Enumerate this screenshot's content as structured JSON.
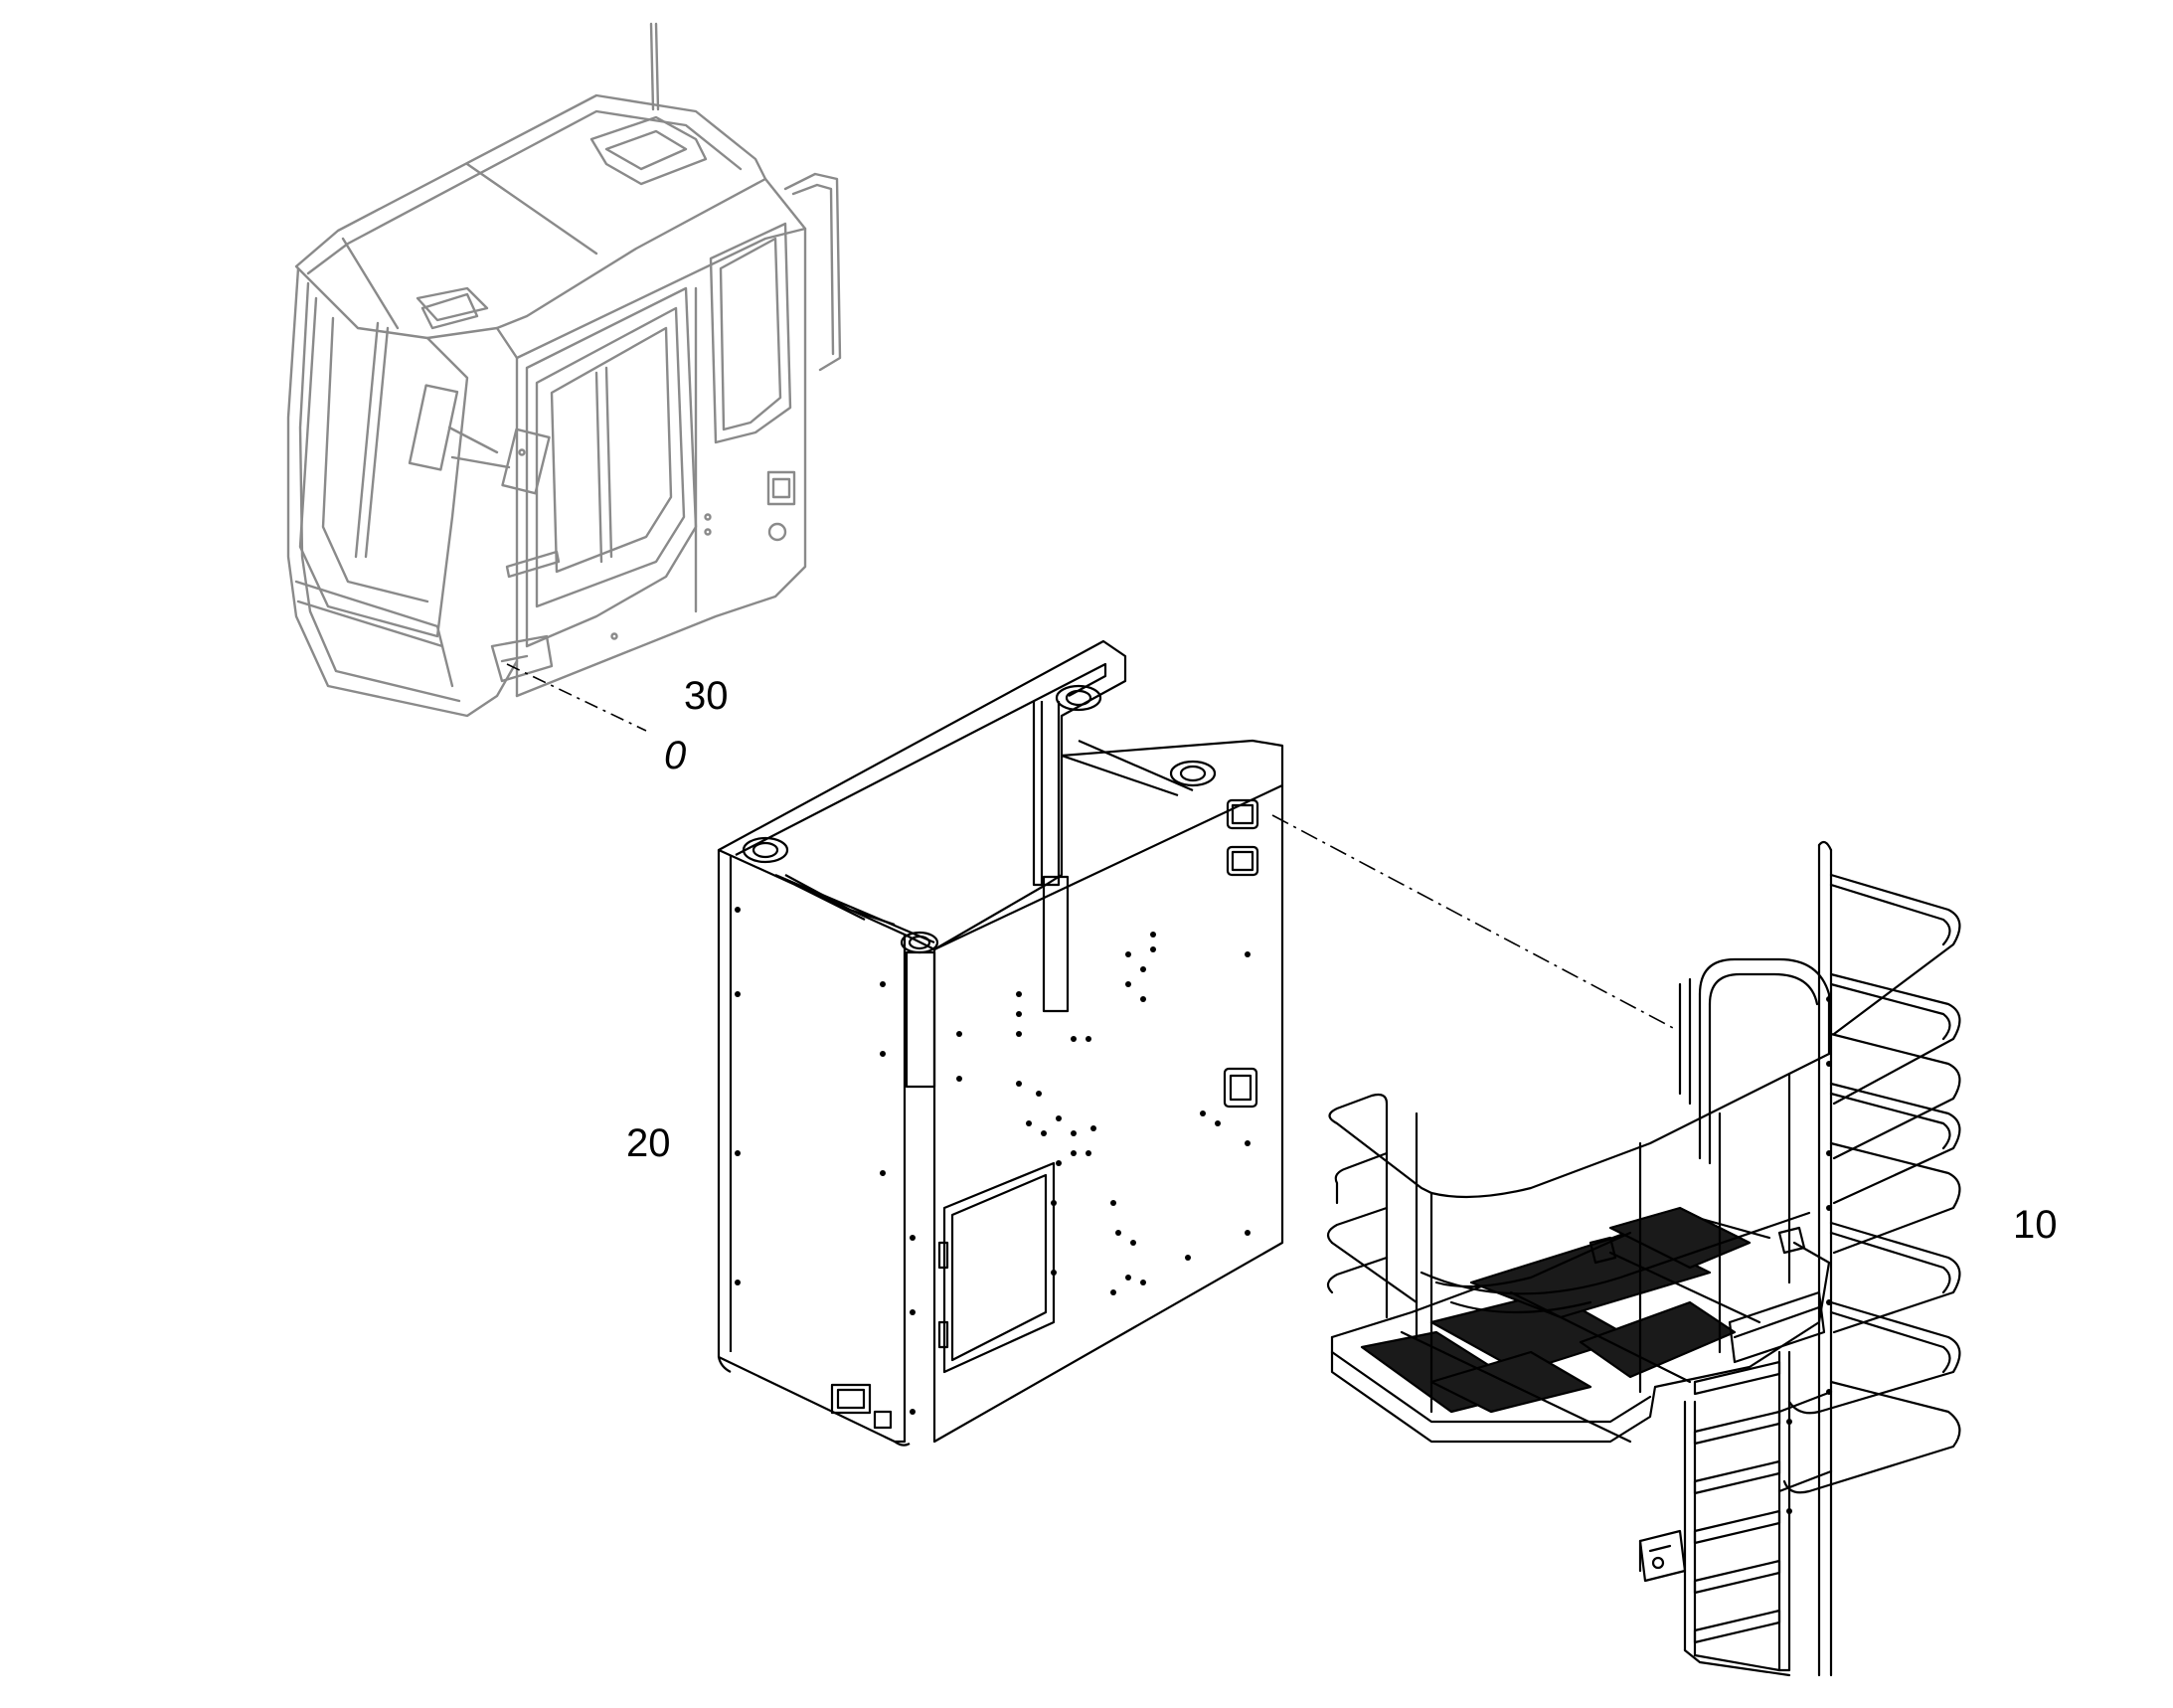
{
  "callouts": {
    "item_10": "10",
    "item_20": "20",
    "item_30": "30",
    "item_30_sub": "0"
  },
  "colors": {
    "line": "#000000",
    "cab_line": "#8a8a8a",
    "background": "#ffffff",
    "grating": "#1a1a1a"
  },
  "parts": [
    {
      "callout": "10",
      "icon": "platform-with-ladder-and-railing"
    },
    {
      "callout": "20",
      "icon": "cab-base-box-frame"
    },
    {
      "callout": "30",
      "icon": "operator-cab"
    }
  ]
}
